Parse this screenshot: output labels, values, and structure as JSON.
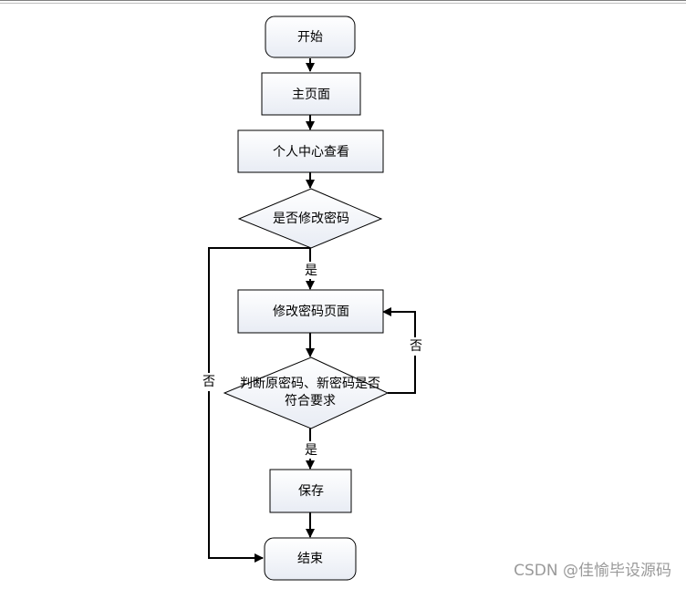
{
  "nodes": {
    "start": "开始",
    "home": "主页面",
    "profile": "个人中心查看",
    "decision_change": "是否修改密码",
    "change_page": "修改密码页面",
    "decision_check_line1": "判断原密码、新密码是否",
    "decision_check_line2": "符合要求",
    "save": "保存",
    "end": "结束"
  },
  "edges": {
    "yes_1": "是",
    "no_1": "否",
    "no_2": "否",
    "yes_2": "是"
  },
  "watermark": "CSDN @佳愉毕设源码",
  "colors": {
    "box_fill_top": "#ffffff",
    "box_fill_bottom": "#e8ecf4",
    "stroke": "#000000"
  }
}
